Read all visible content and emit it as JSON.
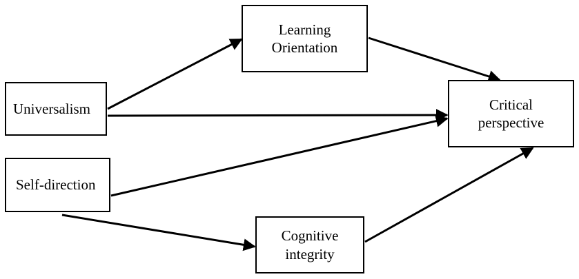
{
  "diagram": {
    "nodes": [
      {
        "id": "universalism",
        "label": "Universalism"
      },
      {
        "id": "self_direction",
        "label": "Self-direction"
      },
      {
        "id": "learning_orientation",
        "label": "Learning\nOrientation"
      },
      {
        "id": "cognitive_integrity",
        "label": "Cognitive\nintegrity"
      },
      {
        "id": "critical_perspective",
        "label": "Critical\nperspective"
      }
    ],
    "edges": [
      {
        "from": "universalism",
        "to": "learning_orientation"
      },
      {
        "from": "universalism",
        "to": "critical_perspective"
      },
      {
        "from": "learning_orientation",
        "to": "critical_perspective"
      },
      {
        "from": "self_direction",
        "to": "critical_perspective"
      },
      {
        "from": "self_direction",
        "to": "cognitive_integrity"
      },
      {
        "from": "cognitive_integrity",
        "to": "critical_perspective"
      }
    ],
    "colors": {
      "stroke": "#000000",
      "background": "#ffffff"
    }
  }
}
